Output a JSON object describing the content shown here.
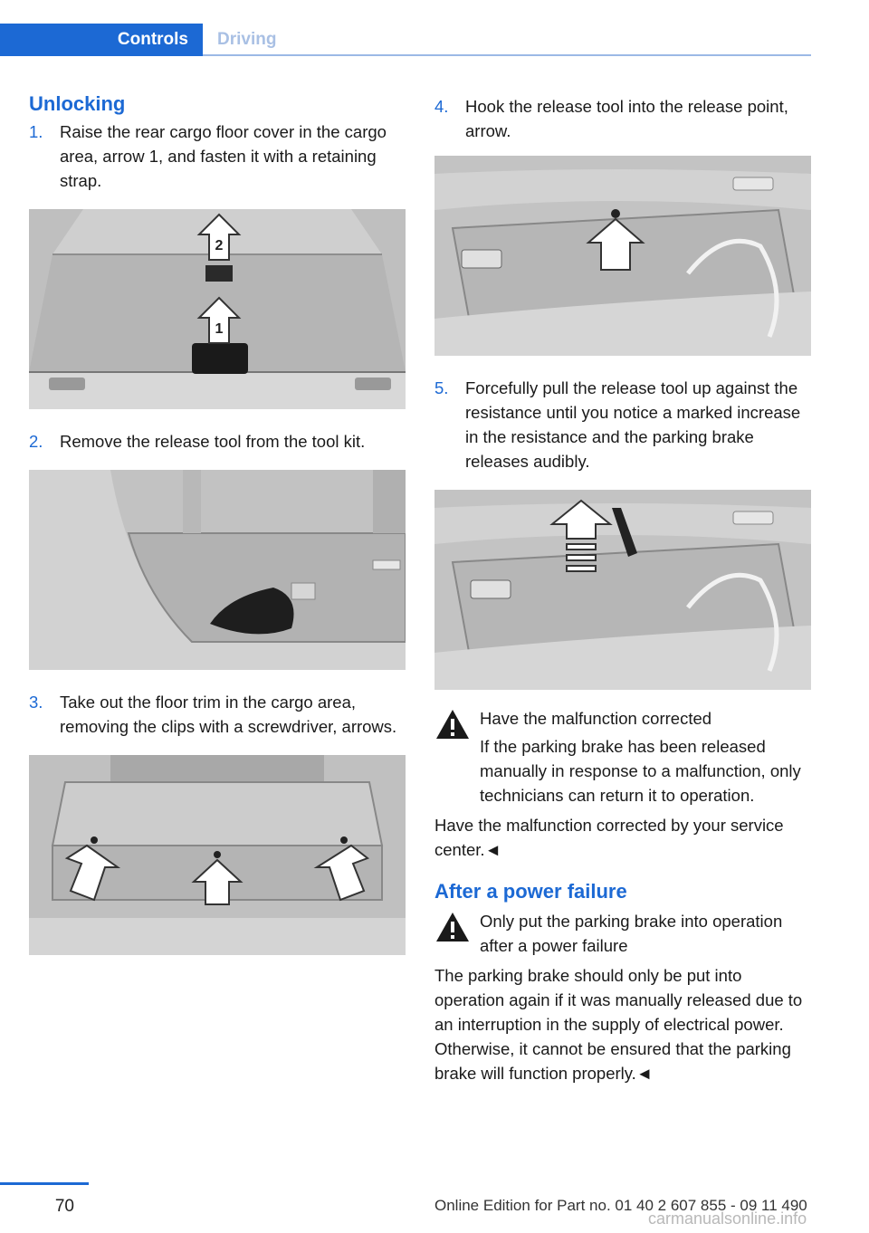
{
  "header": {
    "tab_active": "Controls",
    "tab_inactive": "Driving"
  },
  "left": {
    "heading": "Unlocking",
    "steps": [
      {
        "num": "1.",
        "text": "Raise the rear cargo floor cover in the cargo area, arrow 1, and fasten it with a retaining strap."
      },
      {
        "num": "2.",
        "text": "Remove the release tool from the tool kit."
      },
      {
        "num": "3.",
        "text": "Take out the floor trim in the cargo area, removing the clips with a screwdriver, arrows."
      }
    ],
    "fig1_labels": [
      "2",
      "1"
    ]
  },
  "right": {
    "steps": [
      {
        "num": "4.",
        "text": "Hook the release tool into the release point, arrow."
      },
      {
        "num": "5.",
        "text": "Forcefully pull the release tool up against the resistance until you notice a marked increase in the resistance and the parking brake releases audibly."
      }
    ],
    "warning1": {
      "title": "Have the malfunction corrected",
      "body": "If the parking brake has been released manually in response to a malfunction, only technicians can return it to operation.",
      "extra": "Have the malfunction corrected by your service center.◄"
    },
    "heading": "After a power failure",
    "warning2": {
      "title": "Only put the parking brake into operation after a power failure",
      "body": "The parking brake should only be put into operation again if it was manually released due to an interruption in the supply of electrical power. Otherwise, it cannot be ensured that the parking brake will function properly.◄"
    }
  },
  "footer": {
    "page": "70",
    "edition": "Online Edition for Part no. 01 40 2 607 855 - 09 11 490",
    "watermark": "carmanualsonline.info"
  }
}
